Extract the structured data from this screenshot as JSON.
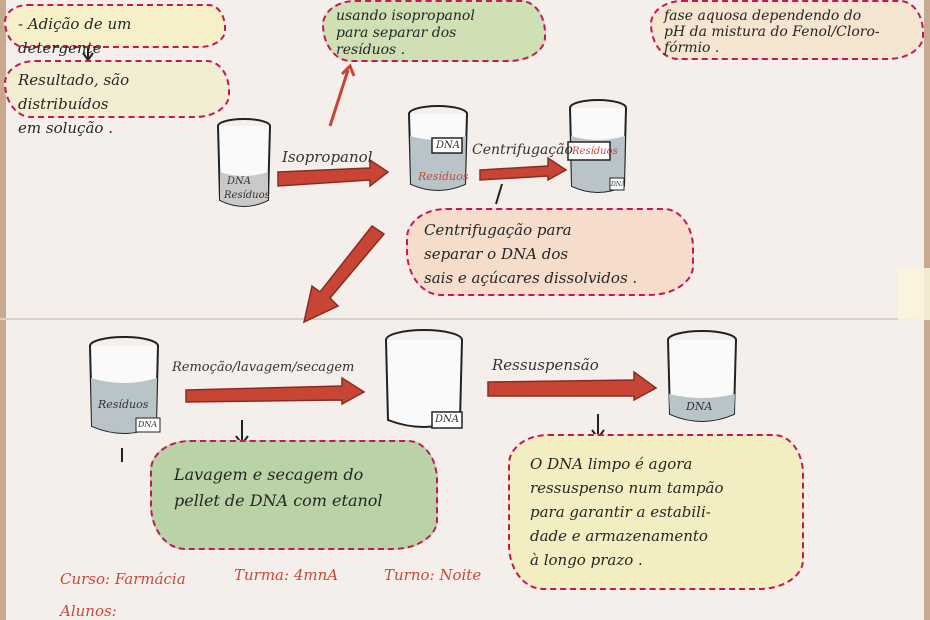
{
  "top_left": {
    "step1": "- Adição de um detergente",
    "step2_line1": "Resultado, são distribuídos",
    "step2_line2": "em solução ."
  },
  "top_center": {
    "line1": "usando isopropanol",
    "line2": "para separar dos",
    "line3": "resíduos ."
  },
  "top_right": {
    "line1": "fase aquosa dependendo do",
    "line2": "pH da mistura do Fenol/Cloro-",
    "line3": "fórmio ."
  },
  "row1": {
    "beaker1_dna": "DNA",
    "beaker1_res": "Resíduos",
    "arrow1_label": "Isopropanol",
    "beaker2_dna": "DNA",
    "beaker2_res": "Resíduos",
    "arrow2_label": "Centrifugação",
    "beaker3_res": "Resíduos",
    "beaker3_dna": "DNA"
  },
  "middle_note": {
    "line1": "Centrifugação para",
    "line2": "separar o DNA dos",
    "line3": "sais e açúcares dissolvidos ."
  },
  "row2": {
    "beaker4_res": "Resíduos",
    "beaker4_dna": "DNA",
    "arrow3_label": "Remoção/lavagem/secagem",
    "beaker5_dna": "DNA",
    "arrow4_label": "Ressuspensão",
    "beaker6_dna": "DNA"
  },
  "bottom_left_note": {
    "line1": "Lavagem e secagem do",
    "line2": "pellet de DNA com etanol"
  },
  "bottom_right_note": {
    "line1": "O DNA limpo é agora",
    "line2": "ressuspenso num tampão",
    "line3": "para garantir a estabili-",
    "line4": "dade e armazenamento",
    "line5": "à longo prazo ."
  },
  "footer": {
    "curso": "Curso: Farmácia",
    "turma": "Turma: 4mnA",
    "turno": "Turno: Noite",
    "alunos": "Alunos:"
  },
  "colors": {
    "arrow": "#c84536",
    "cloud_border": "#c2185b",
    "footer_text": "#c74a3d",
    "beaker_liquid": "#b9c4c8"
  }
}
